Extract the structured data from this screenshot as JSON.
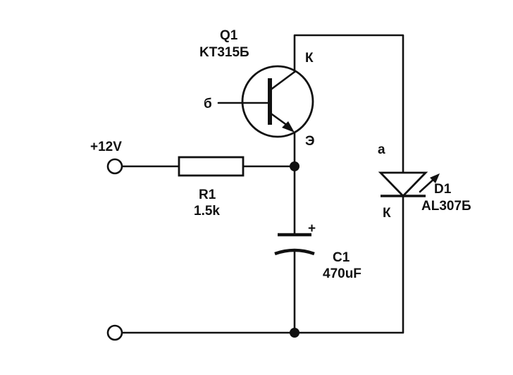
{
  "labels": {
    "q1_ref": "Q1",
    "q1_part": "KT315Б",
    "q1_collector": "К",
    "q1_base": "б",
    "q1_emitter": "Э",
    "supply": "+12V",
    "r1_ref": "R1",
    "r1_value": "1.5k",
    "c1_ref": "C1",
    "c1_value": "470uF",
    "c1_polarity": "+",
    "d1_anode": "a",
    "d1_cathode": "К",
    "d1_ref": "D1",
    "d1_part": "AL307Б"
  }
}
